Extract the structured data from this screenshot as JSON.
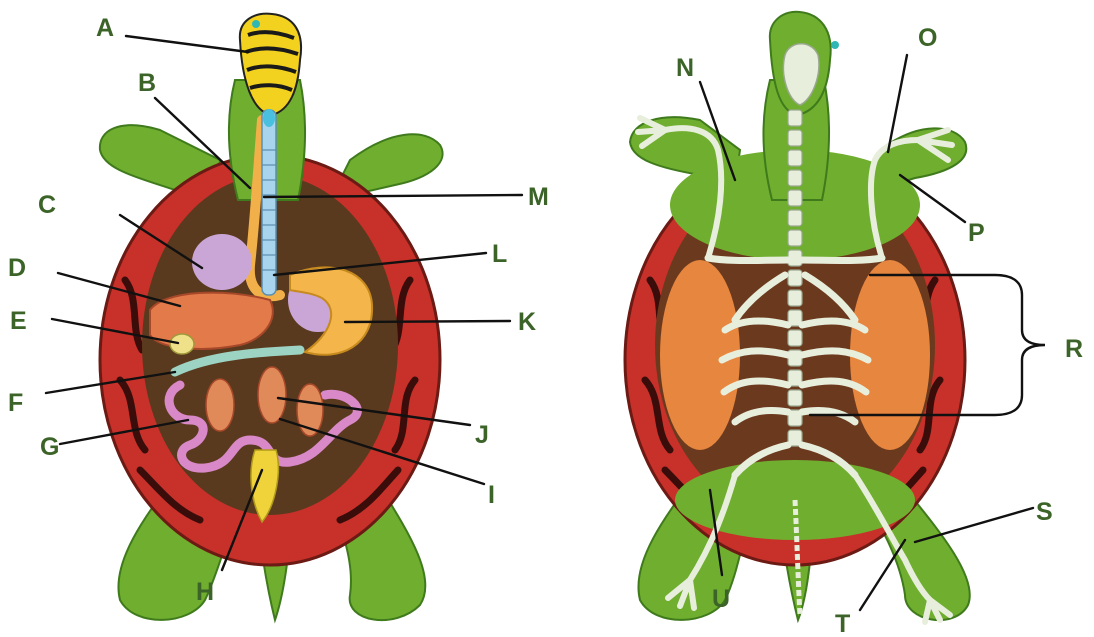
{
  "colors": {
    "label": "#3c6428",
    "shell_red": "#c8302a",
    "shell_dark": "#6b1a14",
    "plastron": "#5a3a1e",
    "skin": "#6fae2e",
    "skin_dark": "#3f7a1c",
    "bone": "#e8eedc",
    "liver": "#e27a4a",
    "lung": "#c9a6d6",
    "stomach": "#f4b64a",
    "trachea": "#a9d4ee",
    "intestine": "#d989c8",
    "cloaca": "#f0d23a",
    "head_yellow": "#f2d21e"
  },
  "left_figure": {
    "subject": "turtle internal organs",
    "labels": [
      "A",
      "B",
      "C",
      "D",
      "E",
      "F",
      "G",
      "H",
      "I",
      "J",
      "K",
      "L",
      "M"
    ]
  },
  "right_figure": {
    "subject": "turtle skeleton",
    "labels": [
      "N",
      "O",
      "P",
      "R",
      "S",
      "T",
      "U"
    ]
  }
}
